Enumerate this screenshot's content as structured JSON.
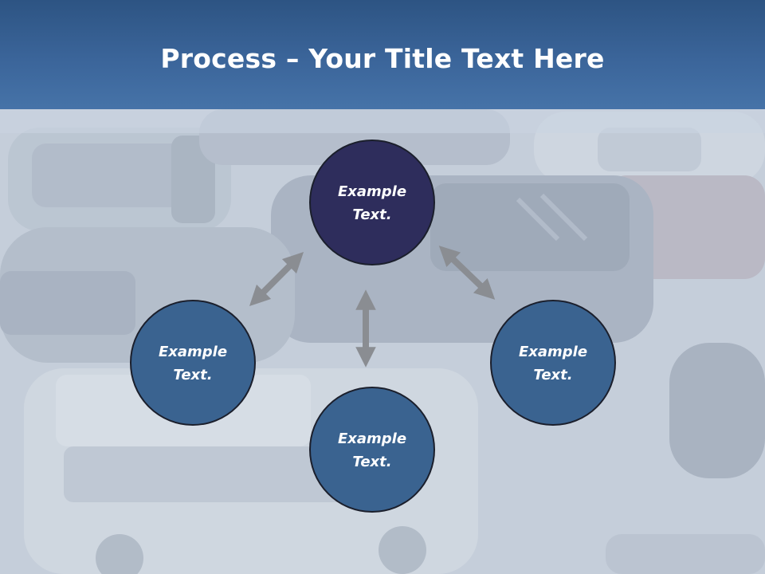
{
  "slide": {
    "title_bold": "Process",
    "title_rest": " – Your Title Text Here"
  },
  "nodes": [
    {
      "id": "top",
      "line1": "Example",
      "line2": "Text.",
      "fill": "#2e2d5c"
    },
    {
      "id": "left",
      "line1": "Example",
      "line2": "Text.",
      "fill": "#3a6390"
    },
    {
      "id": "right",
      "line1": "Example",
      "line2": "Text.",
      "fill": "#3a6390"
    },
    {
      "id": "bottom",
      "line1": "Example",
      "line2": "Text.",
      "fill": "#3a6390"
    }
  ],
  "colors": {
    "header": "#3b659a",
    "node_top": "#2e2d5c",
    "node": "#3a6390",
    "node_stroke": "#1b1f2c",
    "arrow": "#8a8d92",
    "photo_wash": "#dde4ee"
  }
}
